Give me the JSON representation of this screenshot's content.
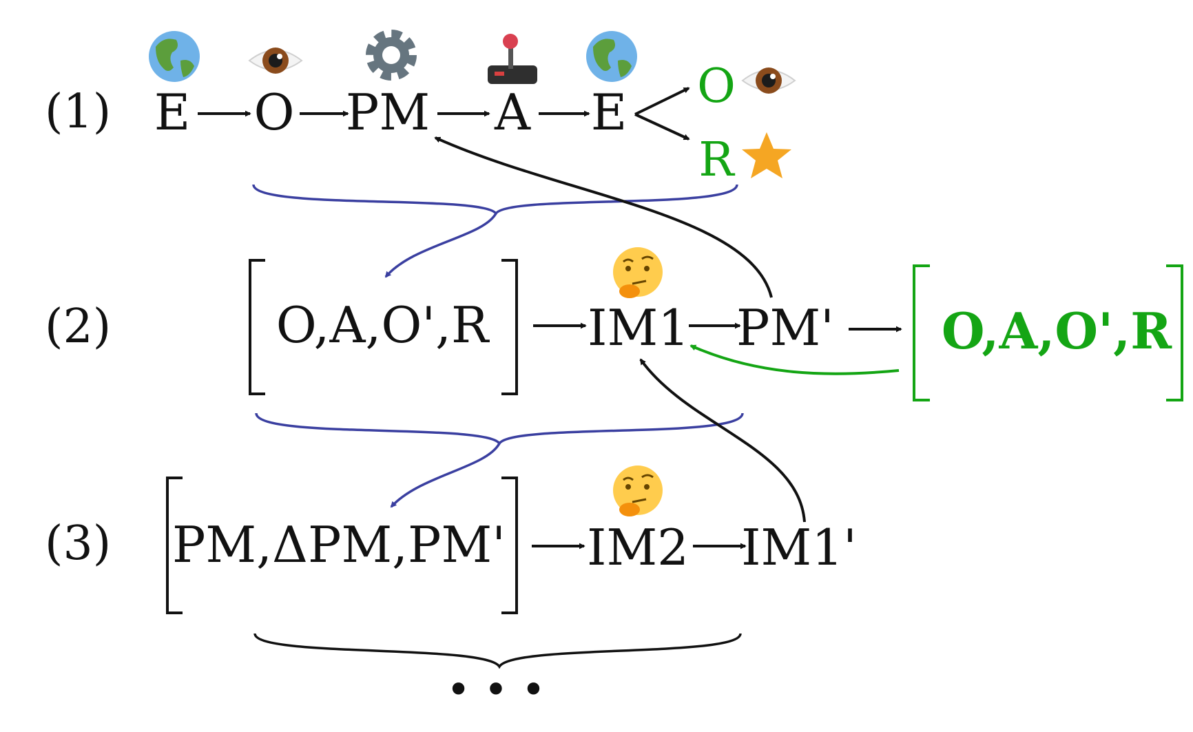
{
  "row1": {
    "num": "(1)",
    "nodes": [
      "E",
      "O",
      "PM",
      "A",
      "E"
    ],
    "branch_top": "O",
    "branch_bottom": "R",
    "icons": [
      "globe-icon",
      "eye-icon",
      "gear-icon",
      "joystick-icon",
      "globe-icon",
      "eye-icon",
      "star-icon"
    ]
  },
  "row2": {
    "num": "(2)",
    "bracket_text": "O,A,O',R",
    "node_a": "IM1",
    "node_b": "PM'",
    "green_bracket_text": "O,A,O',R",
    "icon": "thinking-face-icon"
  },
  "row3": {
    "num": "(3)",
    "bracket_text": "PM,ΔPM,PM'",
    "node_a": "IM2",
    "node_b": "IM1'",
    "icon": "thinking-face-icon"
  },
  "ellipsis": "• • •",
  "colors": {
    "text": "#111111",
    "green": "#14a514",
    "blue": "#3a3fa0",
    "arrow": "#111111"
  }
}
